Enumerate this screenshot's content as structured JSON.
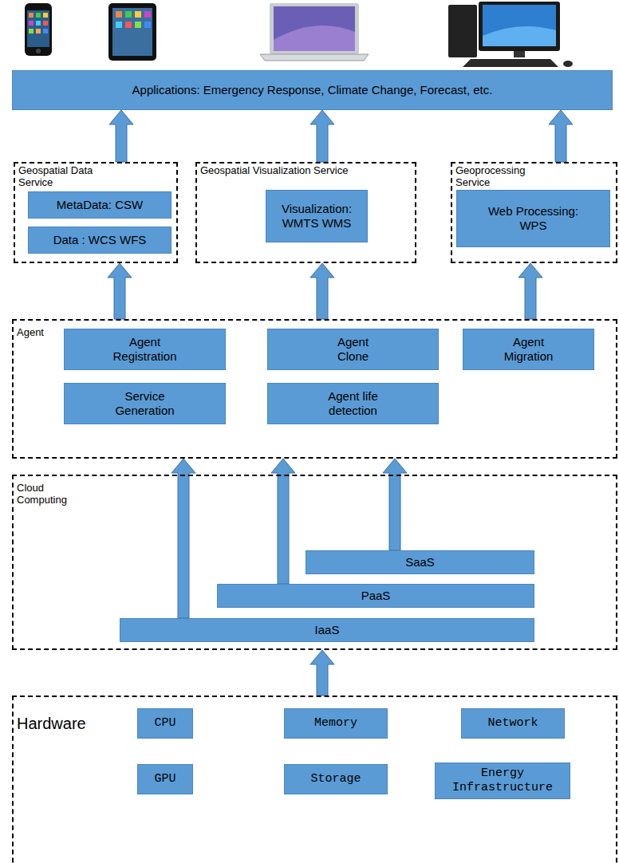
{
  "diagram": {
    "nodes": [
      {
        "text": [
          "Applications: Emergency Response, Climate Change, Forecast, etc."
        ]
      },
      {
        "text": [
          "Geospatial Data Service"
        ]
      },
      {
        "text": [
          "MetaData: CSW"
        ],
        "in": 1
      },
      {
        "text": [
          "Data : WCS WFS"
        ],
        "in": 1
      },
      {
        "text": [
          "Geospatial Visualization Service"
        ]
      },
      {
        "text": [
          "Visualization: WMTS WMS"
        ],
        "in": 4
      },
      {
        "text": [
          "Geoprocessing Service"
        ]
      },
      {
        "text": [
          "Web Processing: WPS"
        ],
        "in": 6
      },
      {
        "text": [
          "Agent"
        ]
      },
      {
        "text": [
          "Agent Registration"
        ],
        "in": 8
      },
      {
        "text": [
          "Agent Clone"
        ],
        "in": 8
      },
      {
        "text": [
          "Agent Migration"
        ],
        "in": 8
      },
      {
        "text": [
          "Service Generation"
        ],
        "in": 8
      },
      {
        "text": [
          "Agent life detection"
        ],
        "in": 8
      },
      {
        "text": [
          "Cloud Computing"
        ]
      },
      {
        "text": [
          "SaaS"
        ],
        "in": 14
      },
      {
        "text": [
          "PaaS"
        ],
        "in": 14
      },
      {
        "text": [
          "IaaS"
        ],
        "in": 14
      },
      {
        "text": [
          "Hardware"
        ]
      },
      {
        "text": [
          "CPU"
        ],
        "in": 18
      },
      {
        "text": [
          "Memory"
        ],
        "in": 18
      },
      {
        "text": [
          "Network"
        ],
        "in": 18
      },
      {
        "text": [
          "GPU"
        ],
        "in": 18
      },
      {
        "text": [
          "Storage"
        ],
        "in": 18
      },
      {
        "text": [
          "Energy Infrastructure"
        ],
        "in": 18
      }
    ],
    "edges": [
      {
        "from": 1,
        "to": 0,
        "arrow": "to"
      },
      {
        "from": 4,
        "to": 0,
        "arrow": "to"
      },
      {
        "from": 6,
        "to": 0,
        "arrow": "to"
      },
      {
        "from": 8,
        "to": 1,
        "arrow": "to"
      },
      {
        "from": 8,
        "to": 4,
        "arrow": "to"
      },
      {
        "from": 8,
        "to": 6,
        "arrow": "to"
      },
      {
        "from": 17,
        "to": 8,
        "arrow": "to"
      },
      {
        "from": 16,
        "to": 8,
        "arrow": "to"
      },
      {
        "from": 15,
        "to": 8,
        "arrow": "to"
      },
      {
        "from": 18,
        "to": 14,
        "arrow": "to"
      }
    ]
  }
}
